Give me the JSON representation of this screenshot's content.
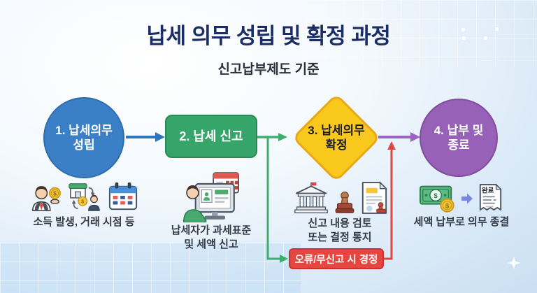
{
  "page": {
    "title": "납세 의무 성립 및 확정 과정",
    "subtitle": "신고납부제도 기준"
  },
  "flow": {
    "steps": [
      {
        "id": "step-1",
        "label": "1. 납세의무\n성립",
        "shape": "circle",
        "color": "#3b80c6",
        "caption": "소득 발생, 거래 시점 등",
        "icons": [
          "person-coin-icon",
          "store-transaction-icon",
          "calendar-icon"
        ]
      },
      {
        "id": "step-2",
        "label": "2. 납세 신고",
        "shape": "rounded-rectangle",
        "color": "#36a569",
        "caption": "납세자가 과세표준\n및 세액 신고",
        "icons": [
          "taxpayer-computer-icon"
        ]
      },
      {
        "id": "step-3",
        "label": "3. 납세의무\n확정",
        "shape": "diamond",
        "color": "#f9c81d",
        "caption": "신고 내용 검토\n또는 결정 통지",
        "icons": [
          "government-building-icon",
          "stamp-icon",
          "stamped-document-icon"
        ]
      },
      {
        "id": "step-4",
        "label": "4. 납부 및\n종료",
        "shape": "circle",
        "color": "#9761b8",
        "caption": "세액 납부로 의무 종결",
        "icons": [
          "cash-icon",
          "payment-arrow-icon",
          "receipt-icon"
        ]
      }
    ],
    "correction_box": {
      "label": "오류/무신고 시 경정",
      "color": "#e64540"
    },
    "receipt_stamp_text": "완료",
    "coin_symbol": "$",
    "connector_colors": {
      "step1_to_step2": "#2e77c0",
      "step2_to_step3": "#3fae6e",
      "step2_to_correction": "#3fae6e",
      "correction_to_step3": "#db4a42",
      "step3_to_step4": "#9a63c4"
    }
  }
}
